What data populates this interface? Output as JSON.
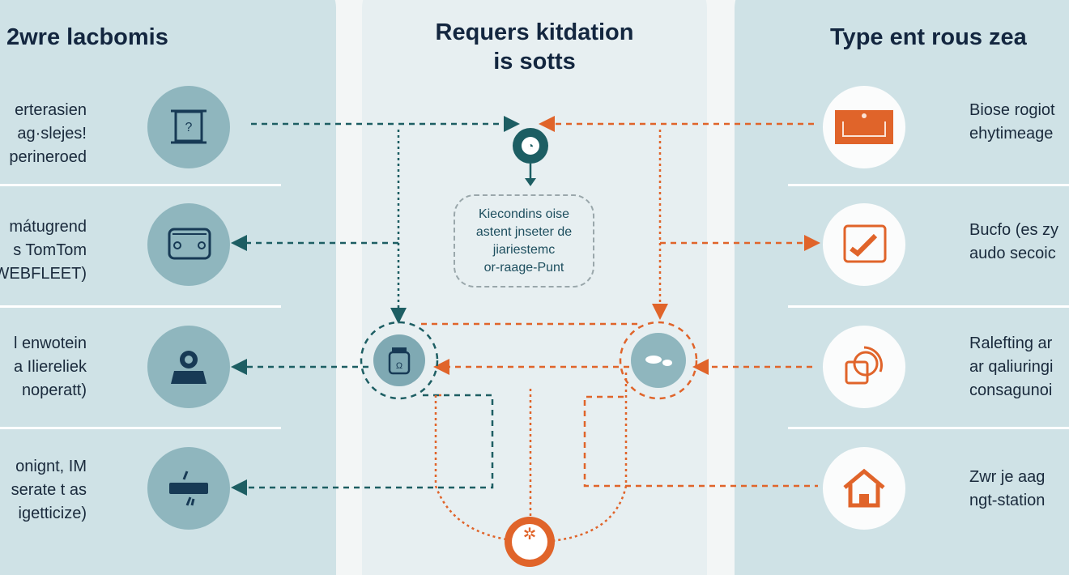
{
  "left_column": {
    "title": "2wre lacbomis",
    "items": [
      {
        "lines": [
          "erterasien",
          "ag·slejes!",
          "perineroed"
        ],
        "icon": "monitor-question-icon"
      },
      {
        "lines": [
          "mátugrend",
          "s TomTom",
          "WEBFLEET)"
        ],
        "icon": "vehicle-device-icon"
      },
      {
        "lines": [
          "l enwotein",
          "a Iliereliek",
          "noperatt)"
        ],
        "icon": "user-icon"
      },
      {
        "lines": [
          "onignt, IM",
          "serate t as",
          "igetticize)"
        ],
        "icon": "broken-connector-icon"
      }
    ]
  },
  "center_column": {
    "title_line1": "Requers kitdation",
    "title_line2": "is sotts",
    "box_lines": [
      "Kiecondins oise",
      "astent jnseter de",
      "jiariestemc",
      "or-raage-Punt"
    ]
  },
  "right_column": {
    "title": "Type ent rous zea",
    "items": [
      {
        "lines": [
          "Biose rogiot",
          "ehytimeage"
        ],
        "icon": "tray-icon"
      },
      {
        "lines": [
          "Bucfo (es zy",
          "audo secoic"
        ],
        "icon": "checkbox-pen-icon"
      },
      {
        "lines": [
          "Ralefting ar",
          "ar qaliuringi",
          "consagunoi"
        ],
        "icon": "refresh-shapes-icon"
      },
      {
        "lines": [
          "Zwr je aag",
          "ngt-station"
        ],
        "icon": "home-icon"
      }
    ]
  },
  "colors": {
    "teal": "#1d5e63",
    "orange": "#e0642a",
    "panel": "#cfe2e6",
    "center_panel": "#e7eff1"
  }
}
